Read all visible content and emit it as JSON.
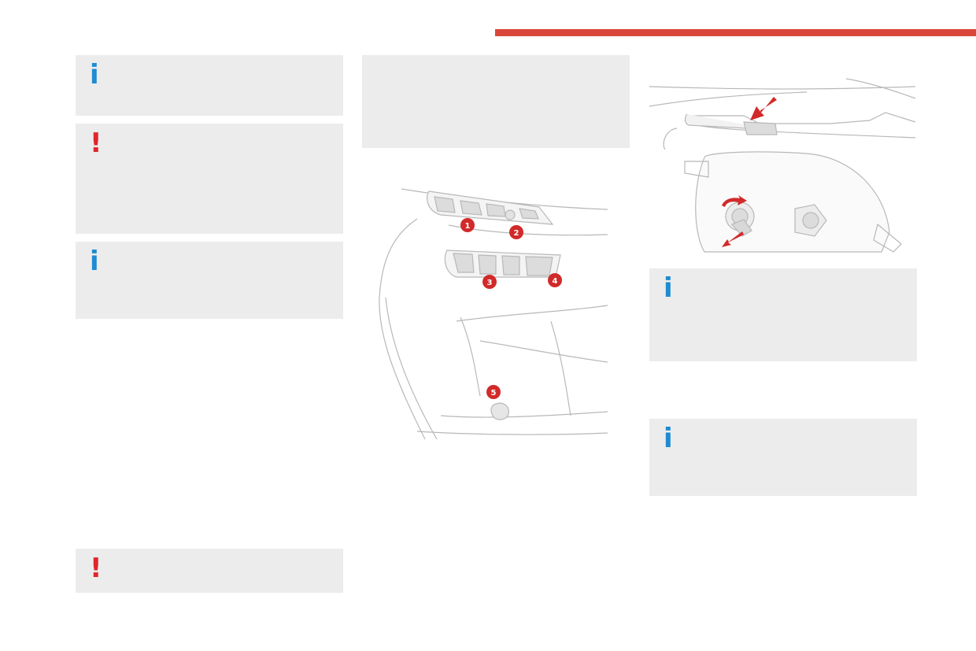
{
  "colors": {
    "accent": "#d9463a",
    "info": "#1f8bd1",
    "warning": "#e0262d",
    "note_bg": "#ececec",
    "callout": "#d12a2a"
  },
  "notes": [
    {
      "id": "note-1",
      "icon": "info-icon",
      "glyph": "i"
    },
    {
      "id": "note-2",
      "icon": "warning-icon",
      "glyph": "!"
    },
    {
      "id": "note-3",
      "icon": "info-icon",
      "glyph": "i"
    },
    {
      "id": "note-4",
      "icon": "warning-icon",
      "glyph": "!"
    },
    {
      "id": "note-5",
      "icon": "info-icon",
      "glyph": "i"
    },
    {
      "id": "note-6",
      "icon": "info-icon",
      "glyph": "i"
    }
  ],
  "front_lamp_figure": {
    "callouts": [
      "1",
      "2",
      "3",
      "4",
      "5"
    ]
  }
}
